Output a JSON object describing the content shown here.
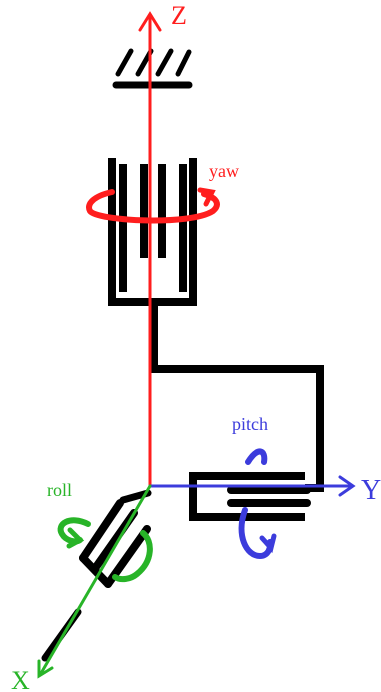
{
  "colors": {
    "background": "#ffffff",
    "structure": "#000000",
    "z_axis": "#ff1e1e",
    "y_axis": "#3c3cdc",
    "x_axis": "#28b428",
    "yaw": "#ff1e1e",
    "pitch": "#3c3cdc",
    "roll": "#28b428"
  },
  "axes": {
    "z_label": "Z",
    "y_label": "Y",
    "x_label": "X"
  },
  "rotations": {
    "yaw_label": "yaw",
    "pitch_label": "pitch",
    "roll_label": "roll"
  }
}
